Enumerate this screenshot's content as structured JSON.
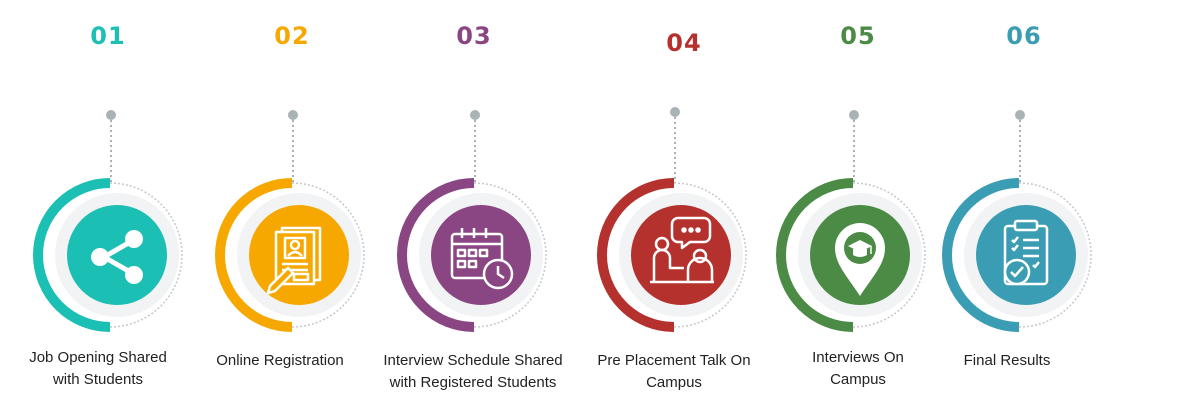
{
  "colors": {
    "step1": "#1bbfb3",
    "step2": "#f6a800",
    "step3": "#8a4683",
    "step4": "#b5312d",
    "step5": "#4b8b46",
    "step6": "#3b9db3",
    "connector": "#a9b3b6",
    "label": "#222222"
  },
  "steps": [
    {
      "number": "01",
      "label_line1": "Job Opening Shared",
      "label_line2": "with Students",
      "icon": "share-icon"
    },
    {
      "number": "02",
      "label_line1": "Online Registration",
      "label_line2": "",
      "icon": "registration-form-icon"
    },
    {
      "number": "03",
      "label_line1": "Interview Schedule Shared",
      "label_line2": "with Registered Students",
      "icon": "calendar-clock-icon"
    },
    {
      "number": "04",
      "label_line1": "Pre Placement Talk On",
      "label_line2": "Campus",
      "icon": "presentation-talk-icon"
    },
    {
      "number": "05",
      "label_line1": "Interviews On",
      "label_line2": "Campus",
      "icon": "campus-location-icon"
    },
    {
      "number": "06",
      "label_line1": "Final Results",
      "label_line2": "",
      "icon": "checklist-icon"
    }
  ]
}
